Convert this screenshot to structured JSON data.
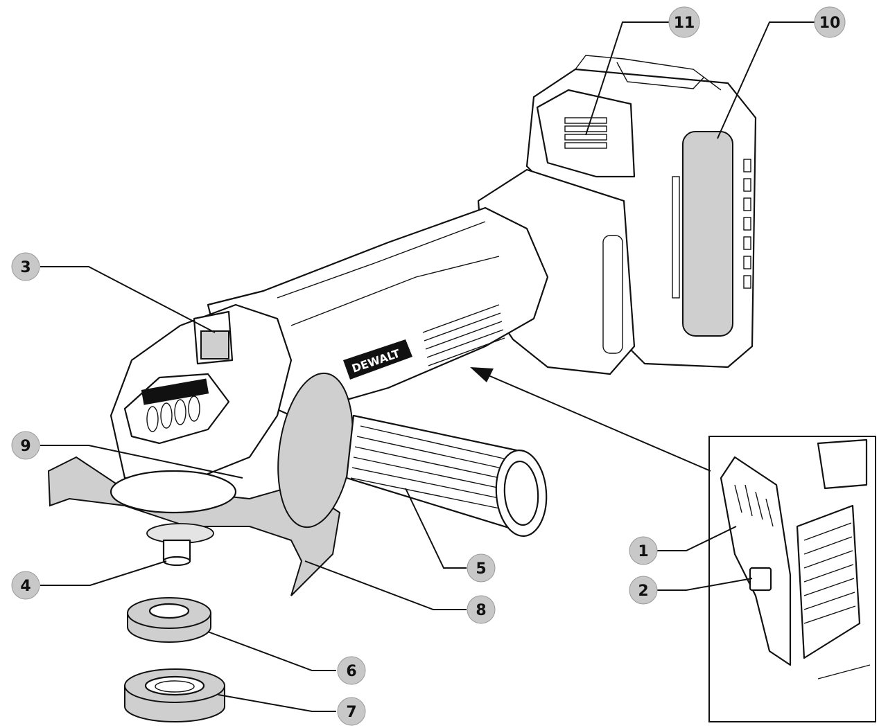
{
  "figure": {
    "callouts": [
      {
        "id": "c1",
        "label": "1"
      },
      {
        "id": "c2",
        "label": "2"
      },
      {
        "id": "c3",
        "label": "3"
      },
      {
        "id": "c4",
        "label": "4"
      },
      {
        "id": "c5",
        "label": "5"
      },
      {
        "id": "c6",
        "label": "6"
      },
      {
        "id": "c7",
        "label": "7"
      },
      {
        "id": "c8",
        "label": "8"
      },
      {
        "id": "c9",
        "label": "9"
      },
      {
        "id": "c10",
        "label": "10"
      },
      {
        "id": "c11",
        "label": "11"
      }
    ],
    "brand_logo_text": "DEWALT",
    "colors": {
      "callout_fill": "#c8c8c8",
      "line": "#111111",
      "part_grey": "#cfcfcf",
      "background": "#ffffff"
    }
  }
}
